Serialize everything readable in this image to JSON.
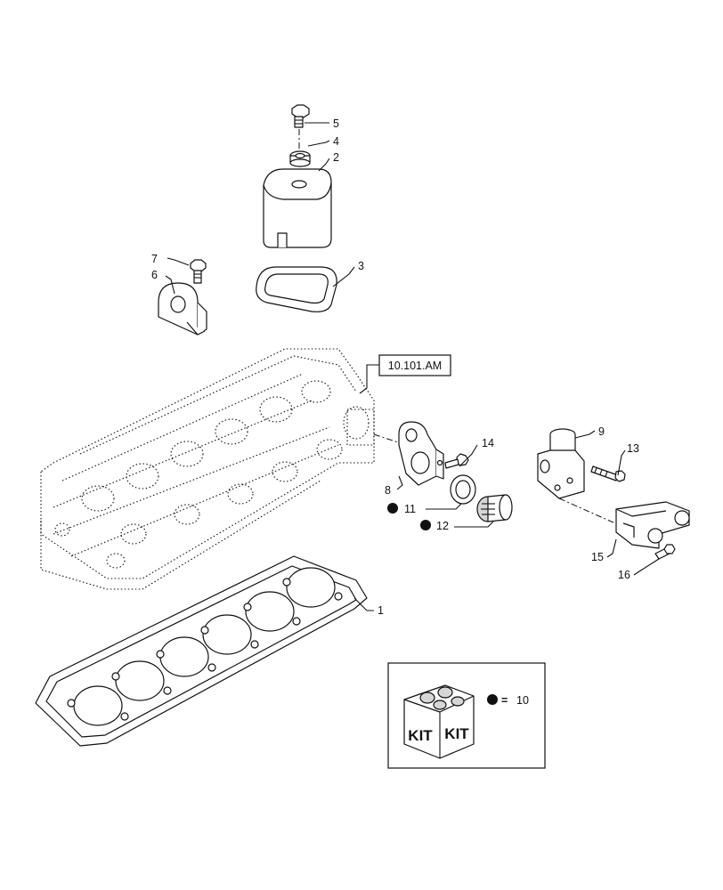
{
  "labels": {
    "p1": "1",
    "p2": "2",
    "p3": "3",
    "p4": "4",
    "p5": "5",
    "p6": "6",
    "p7": "7",
    "p8": "8",
    "p9": "9",
    "p10": "10",
    "p11": "11",
    "p12": "12",
    "p13": "13",
    "p14": "14",
    "p15": "15",
    "p16": "16"
  },
  "reference": "10.101.AM",
  "kit": {
    "box_text_left": "KIT",
    "box_text_right": "KIT",
    "equals": "=",
    "item": "10"
  }
}
